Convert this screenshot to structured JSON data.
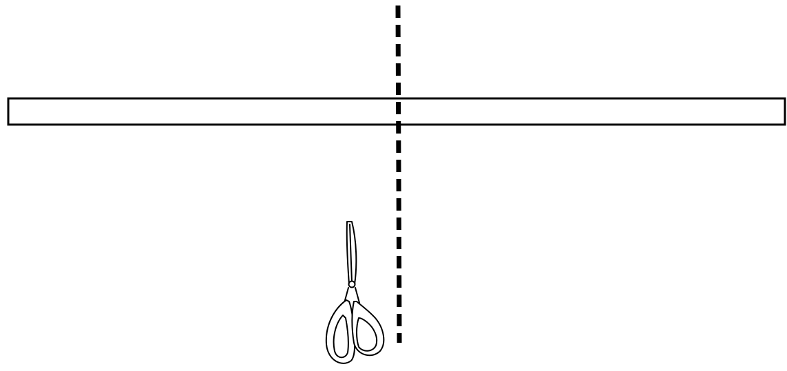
{
  "figure": {
    "items": [
      {
        "kind": "paper-strip"
      },
      {
        "kind": "cut-line",
        "style": "dashed"
      },
      {
        "kind": "scissors-icon"
      }
    ]
  },
  "colors": {
    "background": "#ffffff",
    "stroke": "#000000"
  }
}
